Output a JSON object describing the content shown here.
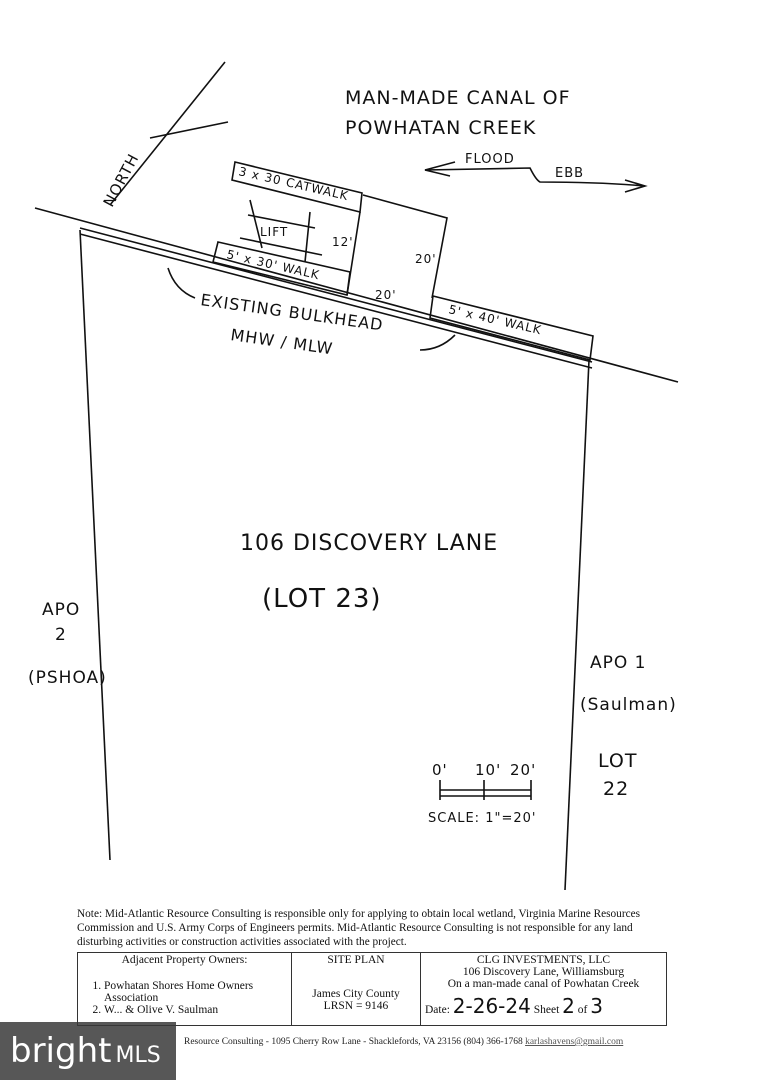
{
  "sketch": {
    "canal_label_1": "MAN-MADE CANAL OF",
    "canal_label_2": "POWHATAN CREEK",
    "flood": "FLOOD",
    "ebb": "EBB",
    "north": "NORTH",
    "catwalk": "3 x 30 CATWALK",
    "lift": "LIFT",
    "dim_12": "12'",
    "dim_20_v": "20'",
    "dim_20_h": "20'",
    "walk_30": "5' x 30' WALK",
    "walk_40": "5' x 40' WALK",
    "bulkhead_1": "EXISTING BULKHEAD",
    "bulkhead_2": "MHW / MLW",
    "lot_address": "106 DISCOVERY LANE",
    "lot_number": "(LOT 23)",
    "apo2_1": "APO",
    "apo2_2": "2",
    "apo2_3": "(PSHOA)",
    "apo1_1": "APO 1",
    "apo1_2": "(Saulman)",
    "lot22_1": "LOT",
    "lot22_2": "22",
    "scale_ticks": [
      "0'",
      "10'",
      "20'"
    ],
    "scale_label": "SCALE: 1\"=20'"
  },
  "note": "Note: Mid-Atlantic Resource Consulting is responsible only for applying to obtain local wetland, Virginia Marine Resources Commission and U.S. Army Corps of Engineers permits. Mid-Atlantic Resource Consulting is not responsible for any land disturbing activities or construction activities associated with the project.",
  "title_block": {
    "owners_header": "Adjacent Property Owners:",
    "owners": [
      "Powhatan Shores Home Owners Association",
      "W... & Olive V. Saulman"
    ],
    "site_plan": "SITE PLAN",
    "county": "James City County",
    "lrsn": "LRSN = 9146",
    "company": "CLG INVESTMENTS, LLC",
    "address": "106 Discovery Lane, Williamsburg",
    "location": "On a man-made canal of Powhatan Creek",
    "date_label": "Date:",
    "date": "2-26-24",
    "sheet_label": "Sheet",
    "sheet": "2",
    "of_label": "of",
    "sheets_total": "3"
  },
  "footer": {
    "text": "Resource Consulting - 1095 Cherry Row Lane - Shacklefords, VA 23156 (804) 366-1768",
    "email": "karlashavens@gmail.com"
  },
  "watermark": {
    "brand": "bright",
    "suffix": "MLS"
  }
}
